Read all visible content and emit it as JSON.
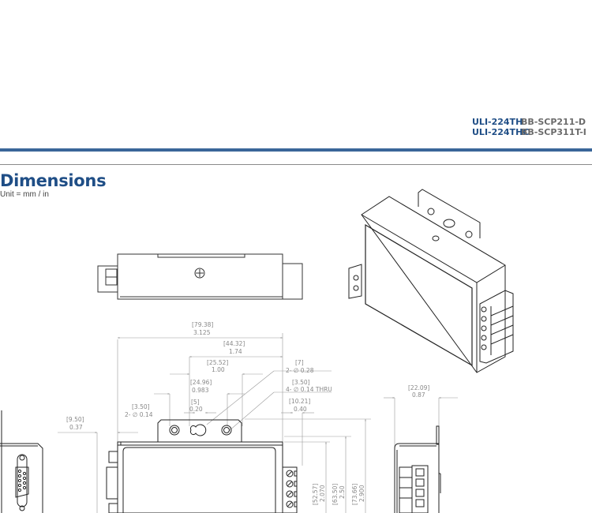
{
  "header": {
    "models": [
      {
        "primary": "ULI-224TH",
        "secondary": "BB-SCP211-D"
      },
      {
        "primary": "ULI-224THC",
        "secondary": "BB-SCP311T-I"
      }
    ],
    "accent_color": "#1f4e86",
    "rule_color": "#3a6699"
  },
  "section": {
    "title": "Dimensions",
    "unit": "Unit = mm / in"
  },
  "dimensions": {
    "overall_width": {
      "mm": "[79.38]",
      "in": "3.125"
    },
    "hole_span": {
      "mm": "[44.32]",
      "in": "1.74"
    },
    "slot_offset": {
      "mm": "[25.52]",
      "in": "1.00"
    },
    "hole_center": {
      "mm": "[24.96]",
      "in": "0.983"
    },
    "slot_width": {
      "mm": "[5]",
      "in": "0.20"
    },
    "small_hole": {
      "mm": "[3.50]",
      "in": "2- ∅ 0.14"
    },
    "keyhole": {
      "mm": "[7]",
      "in": "2- ∅ 0.28"
    },
    "thru_hole": {
      "mm": "[3.50]",
      "in": "4- ∅ 0.14 THRU"
    },
    "flange_offset": {
      "mm": "[10.21]",
      "in": "0.40"
    },
    "left_offset": {
      "mm": "[9.50]",
      "in": "0.37"
    },
    "depth": {
      "mm": "[22.09]",
      "in": "0.87"
    },
    "height_1": {
      "mm": "[52.57]",
      "in": "2.070"
    },
    "height_2": {
      "mm": "[63.50]",
      "in": "2.50"
    },
    "height_3": {
      "mm": "[73.66]",
      "in": "2.900"
    }
  },
  "views": [
    "top-view",
    "isometric-view",
    "front-view",
    "side-view",
    "end-view"
  ]
}
